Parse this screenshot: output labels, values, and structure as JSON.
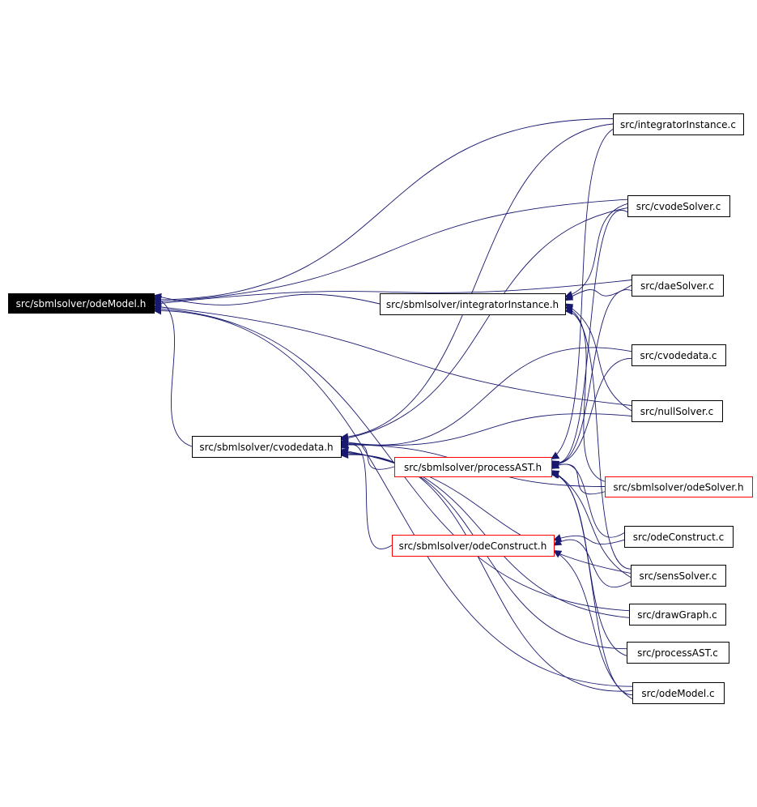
{
  "diagram": {
    "type": "include-dependency-graph",
    "colors": {
      "edge": "#191970",
      "node_border": "#000000",
      "node_border_linked_red": "#ff0000",
      "root_fill": "#000000",
      "root_text": "#ffffff"
    },
    "nodes": [
      {
        "id": "odeModel_h",
        "label": "src/sbmlsolver/odeModel.h",
        "style": "root"
      },
      {
        "id": "integratorInstance_h",
        "label": "src/sbmlsolver/integratorInstance.h",
        "style": "plain"
      },
      {
        "id": "cvodedata_h",
        "label": "src/sbmlsolver/cvodedata.h",
        "style": "plain"
      },
      {
        "id": "processAST_h",
        "label": "src/sbmlsolver/processAST.h",
        "style": "red"
      },
      {
        "id": "odeConstruct_h",
        "label": "src/sbmlsolver/odeConstruct.h",
        "style": "red"
      },
      {
        "id": "integratorInstance_c",
        "label": "src/integratorInstance.c",
        "style": "plain"
      },
      {
        "id": "cvodeSolver_c",
        "label": "src/cvodeSolver.c",
        "style": "plain"
      },
      {
        "id": "daeSolver_c",
        "label": "src/daeSolver.c",
        "style": "plain"
      },
      {
        "id": "cvodedata_c",
        "label": "src/cvodedata.c",
        "style": "plain"
      },
      {
        "id": "nullSolver_c",
        "label": "src/nullSolver.c",
        "style": "plain"
      },
      {
        "id": "odeSolver_h",
        "label": "src/sbmlsolver/odeSolver.h",
        "style": "red"
      },
      {
        "id": "odeConstruct_c",
        "label": "src/odeConstruct.c",
        "style": "plain"
      },
      {
        "id": "sensSolver_c",
        "label": "src/sensSolver.c",
        "style": "plain"
      },
      {
        "id": "drawGraph_c",
        "label": "src/drawGraph.c",
        "style": "plain"
      },
      {
        "id": "processAST_c",
        "label": "src/processAST.c",
        "style": "plain"
      },
      {
        "id": "odeModel_c",
        "label": "src/odeModel.c",
        "style": "plain"
      }
    ],
    "edges": [
      {
        "from": "integratorInstance_h",
        "to": "odeModel_h"
      },
      {
        "from": "cvodedata_h",
        "to": "odeModel_h"
      },
      {
        "from": "integratorInstance_c",
        "to": "odeModel_h"
      },
      {
        "from": "cvodeSolver_c",
        "to": "odeModel_h"
      },
      {
        "from": "daeSolver_c",
        "to": "odeModel_h"
      },
      {
        "from": "nullSolver_c",
        "to": "odeModel_h"
      },
      {
        "from": "drawGraph_c",
        "to": "odeModel_h"
      },
      {
        "from": "odeModel_c",
        "to": "odeModel_h"
      },
      {
        "from": "cvodeSolver_c",
        "to": "integratorInstance_h"
      },
      {
        "from": "daeSolver_c",
        "to": "integratorInstance_h"
      },
      {
        "from": "nullSolver_c",
        "to": "integratorInstance_h"
      },
      {
        "from": "odeSolver_h",
        "to": "integratorInstance_h"
      },
      {
        "from": "sensSolver_c",
        "to": "integratorInstance_h"
      },
      {
        "from": "integratorInstance_c",
        "to": "cvodedata_h"
      },
      {
        "from": "cvodeSolver_c",
        "to": "cvodedata_h"
      },
      {
        "from": "cvodedata_c",
        "to": "cvodedata_h"
      },
      {
        "from": "nullSolver_c",
        "to": "cvodedata_h"
      },
      {
        "from": "odeSolver_h",
        "to": "cvodedata_h"
      },
      {
        "from": "processAST_h",
        "to": "cvodedata_h"
      },
      {
        "from": "odeConstruct_h",
        "to": "cvodedata_h"
      },
      {
        "from": "sensSolver_c",
        "to": "cvodedata_h"
      },
      {
        "from": "drawGraph_c",
        "to": "cvodedata_h"
      },
      {
        "from": "processAST_c",
        "to": "cvodedata_h"
      },
      {
        "from": "odeModel_c",
        "to": "cvodedata_h"
      },
      {
        "from": "integratorInstance_c",
        "to": "processAST_h"
      },
      {
        "from": "cvodeSolver_c",
        "to": "processAST_h"
      },
      {
        "from": "daeSolver_c",
        "to": "processAST_h"
      },
      {
        "from": "cvodedata_c",
        "to": "processAST_h"
      },
      {
        "from": "odeSolver_h",
        "to": "processAST_h"
      },
      {
        "from": "odeConstruct_c",
        "to": "processAST_h"
      },
      {
        "from": "sensSolver_c",
        "to": "processAST_h"
      },
      {
        "from": "processAST_c",
        "to": "processAST_h"
      },
      {
        "from": "odeModel_c",
        "to": "processAST_h"
      },
      {
        "from": "odeConstruct_c",
        "to": "odeConstruct_h"
      },
      {
        "from": "sensSolver_c",
        "to": "odeConstruct_h"
      },
      {
        "from": "odeModel_c",
        "to": "odeConstruct_h"
      }
    ]
  }
}
